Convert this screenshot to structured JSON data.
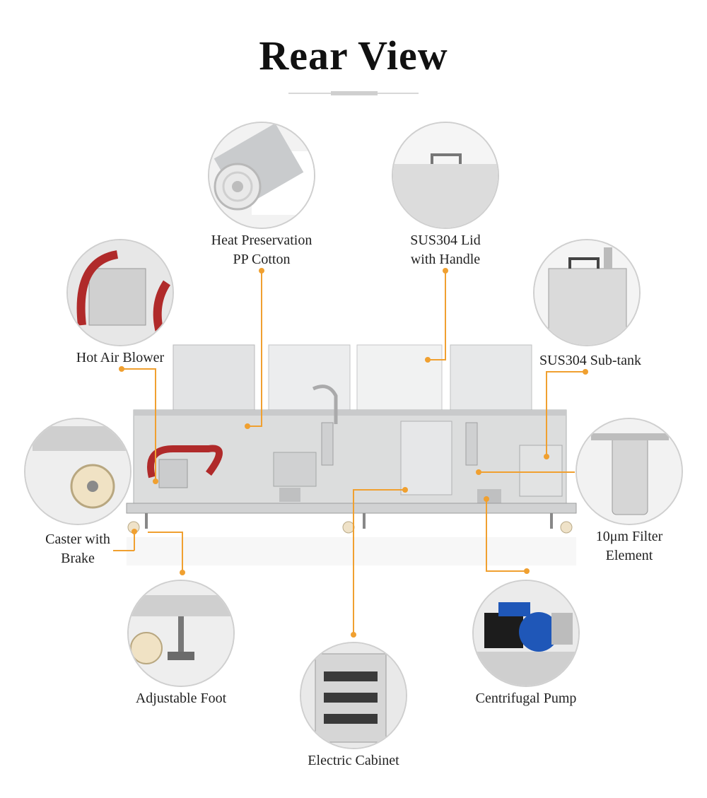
{
  "title": "Rear View",
  "features": {
    "heat_preservation": "Heat Preservation\nPP Cotton",
    "lid": "SUS304 Lid\nwith Handle",
    "hot_air_blower": "Hot Air Blower",
    "sub_tank": "SUS304 Sub-tank",
    "caster": "Caster with\nBrake",
    "filter": "10μm Filter\nElement",
    "adjustable_foot": "Adjustable Foot",
    "centrifugal_pump": "Centrifugal Pump",
    "electric_cabinet": "Electric Cabinet"
  },
  "colors": {
    "accent": "#f0a030",
    "steel": "#d9dadb",
    "hose": "#b02a2a",
    "pump_blue": "#1f57b8"
  }
}
